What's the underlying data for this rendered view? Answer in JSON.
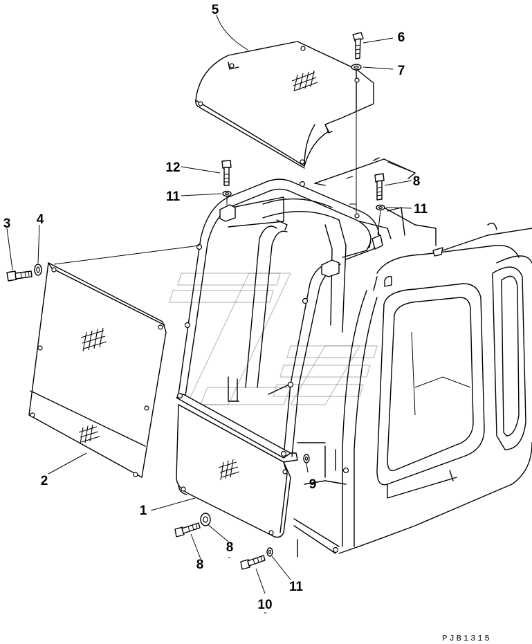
{
  "drawing_code": "PJB1315",
  "callouts": [
    {
      "id": "c1",
      "text": "1"
    },
    {
      "id": "c2",
      "text": "2"
    },
    {
      "id": "c3",
      "text": "3"
    },
    {
      "id": "c4",
      "text": "4"
    },
    {
      "id": "c5",
      "text": "5"
    },
    {
      "id": "c6",
      "text": "6"
    },
    {
      "id": "c7",
      "text": "7"
    },
    {
      "id": "c8a",
      "text": "8"
    },
    {
      "id": "c8b",
      "text": "8"
    },
    {
      "id": "c8c",
      "text": "8"
    },
    {
      "id": "c9",
      "text": "9"
    },
    {
      "id": "c10",
      "text": "10"
    },
    {
      "id": "c11a",
      "text": "11"
    },
    {
      "id": "c11b",
      "text": "11"
    },
    {
      "id": "c11c",
      "text": "11"
    },
    {
      "id": "c12",
      "text": "12"
    }
  ]
}
